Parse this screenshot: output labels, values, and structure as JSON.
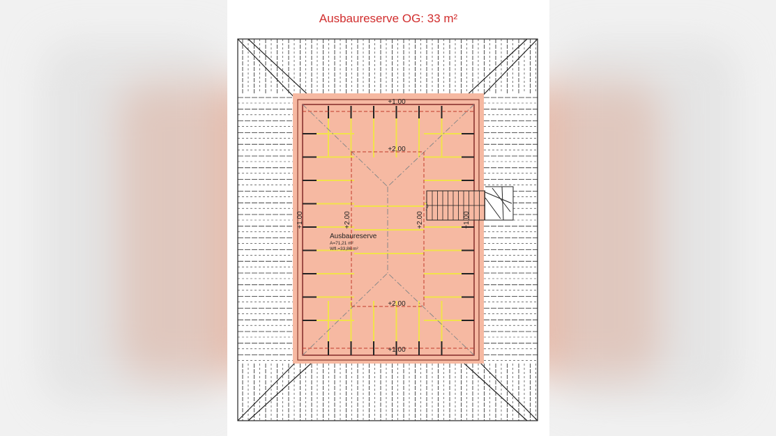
{
  "header": {
    "title": "Ausbaureserve OG: 33 m²"
  },
  "plan": {
    "level_labels": {
      "top_eave": "+1.00",
      "bottom_eave": "+1.00",
      "left_eave": "+1.00",
      "right_eave": "+1.00",
      "upper_ridge": "+2.00",
      "lower_ridge": "+2.00",
      "left_inner": "+2.00",
      "right_inner": "+2.00"
    },
    "room": {
      "name": "Ausbaureserve",
      "area": "A=71,21 m²",
      "living_area": "Wfl.=33,86 m²"
    }
  },
  "colors": {
    "title": "#d12d2d",
    "room_fill": "#f6b9a2",
    "rafter_highlight": "#f2e24b",
    "lines": "#222222",
    "blur_tint": "#e8a58a"
  }
}
